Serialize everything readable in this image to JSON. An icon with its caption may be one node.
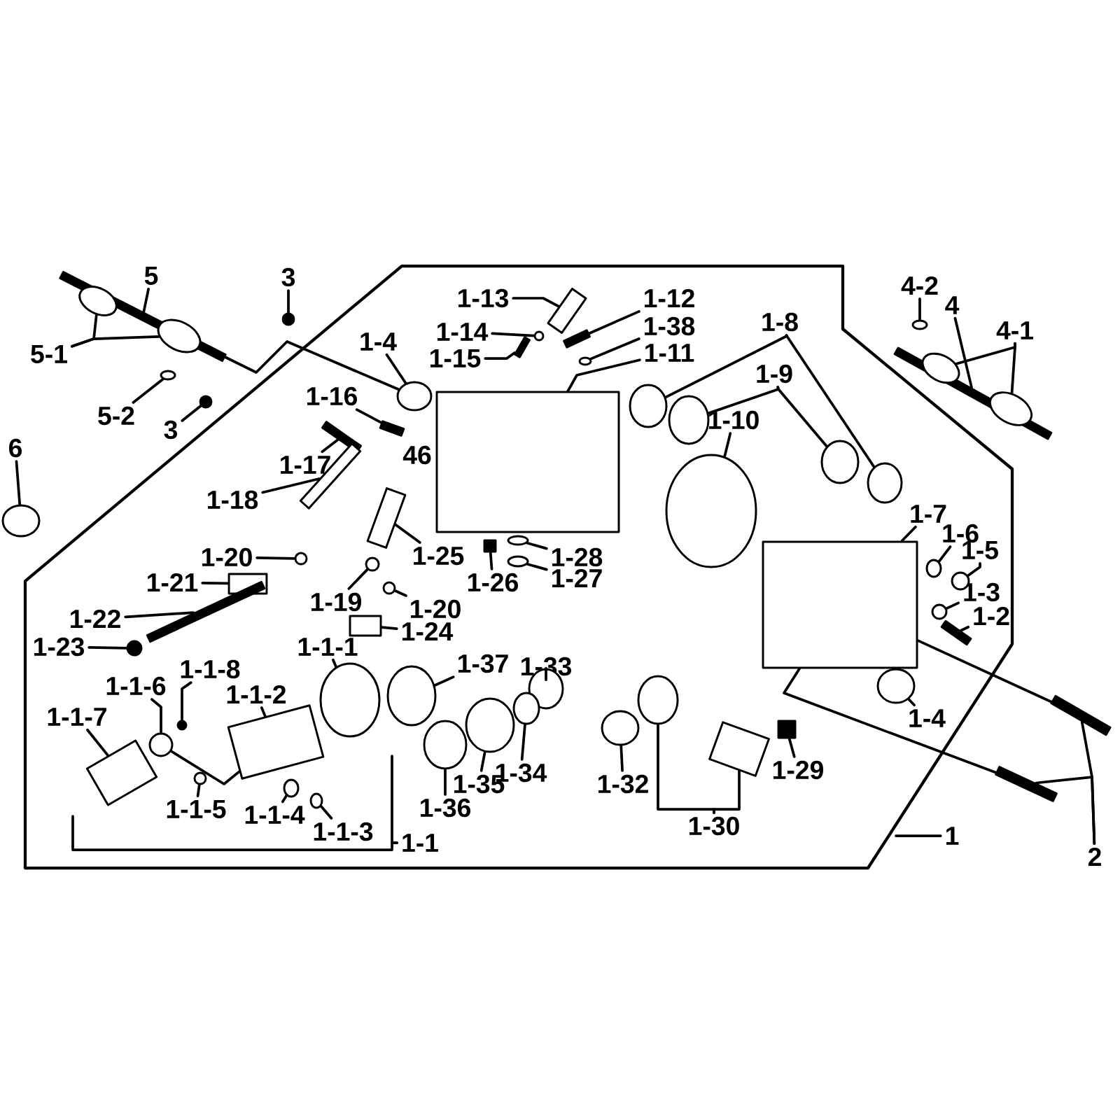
{
  "diagram": {
    "nodes": [
      {
        "text": [
          "5"
        ]
      },
      {
        "text": [
          "3"
        ]
      },
      {
        "text": [
          "4-2"
        ]
      },
      {
        "text": [
          "1-13"
        ]
      },
      {
        "text": [
          "1-12"
        ]
      },
      {
        "text": [
          "4"
        ]
      },
      {
        "text": [
          "1-8"
        ]
      },
      {
        "text": [
          "1-38"
        ]
      },
      {
        "text": [
          "1-14"
        ]
      },
      {
        "text": [
          "4-1"
        ]
      },
      {
        "text": [
          "1-4"
        ]
      },
      {
        "text": [
          "1-11"
        ]
      },
      {
        "text": [
          "5-1"
        ]
      },
      {
        "text": [
          "1-15"
        ]
      },
      {
        "text": [
          "1-9"
        ]
      },
      {
        "text": [
          "1-16"
        ]
      },
      {
        "text": [
          "5-2"
        ]
      },
      {
        "text": [
          "3"
        ]
      },
      {
        "text": [
          "1-10"
        ]
      },
      {
        "text": [
          "6"
        ]
      },
      {
        "text": [
          "1-17"
        ]
      },
      {
        "text": [
          "1-18"
        ]
      },
      {
        "text": [
          "1-7"
        ]
      },
      {
        "text": [
          "1-6"
        ]
      },
      {
        "text": [
          "1-5"
        ]
      },
      {
        "text": [
          "1-20"
        ]
      },
      {
        "text": [
          "1-25"
        ]
      },
      {
        "text": [
          "1-28"
        ]
      },
      {
        "text": [
          "1-26"
        ]
      },
      {
        "text": [
          "1-27"
        ]
      },
      {
        "text": [
          "1-21"
        ]
      },
      {
        "text": [
          "1-3"
        ]
      },
      {
        "text": [
          "1-19"
        ]
      },
      {
        "text": [
          "1-20"
        ]
      },
      {
        "text": [
          "1-2"
        ]
      },
      {
        "text": [
          "1-22"
        ]
      },
      {
        "text": [
          "1-24"
        ]
      },
      {
        "text": [
          "1-23"
        ]
      },
      {
        "text": [
          "1-1-1"
        ]
      },
      {
        "text": [
          "1-37"
        ]
      },
      {
        "text": [
          "1-33"
        ]
      },
      {
        "text": [
          "1-1-8"
        ]
      },
      {
        "text": [
          "1-1-6"
        ]
      },
      {
        "text": [
          "1-1-2"
        ]
      },
      {
        "text": [
          "1-4"
        ]
      },
      {
        "text": [
          "1-1-7"
        ]
      },
      {
        "text": [
          "1-29"
        ]
      },
      {
        "text": [
          "1-35"
        ]
      },
      {
        "text": [
          "1-34"
        ]
      },
      {
        "text": [
          "1-32"
        ]
      },
      {
        "text": [
          "1-36"
        ]
      },
      {
        "text": [
          "1-1-5"
        ]
      },
      {
        "text": [
          "1-1-4"
        ]
      },
      {
        "text": [
          "1-1-3"
        ]
      },
      {
        "text": [
          "1-30"
        ]
      },
      {
        "text": [
          "1"
        ]
      },
      {
        "text": [
          "1-1"
        ]
      },
      {
        "text": [
          "2"
        ]
      },
      {
        "text": [],
        "shape": "bar"
      },
      {
        "text": [],
        "shape": "circle"
      },
      {
        "text": [],
        "shape": "circle"
      },
      {
        "text": [],
        "shape": "box"
      },
      {
        "text": [],
        "shape": "bar"
      },
      {
        "text": [],
        "shape": "bar"
      },
      {
        "text": [],
        "shape": "circle"
      },
      {
        "text": [],
        "shape": "circle"
      },
      {
        "text": [],
        "shape": "circle"
      },
      {
        "text": [],
        "shape": "circle"
      },
      {
        "text": [],
        "shape": "circle",
        "in": 63
      },
      {
        "text": [],
        "shape": "circle",
        "in": 63
      },
      {
        "text": [],
        "shape": "circle"
      },
      {
        "text": [],
        "shape": "box"
      },
      {
        "text": [],
        "shape": "circle",
        "in": 58
      },
      {
        "text": [],
        "shape": "circle",
        "in": 58
      },
      {
        "text": [],
        "shape": "bar"
      },
      {
        "text": [],
        "shape": "circle"
      },
      {
        "text": [],
        "shape": "circle"
      },
      {
        "text": [],
        "shape": "bar"
      },
      {
        "text": [],
        "shape": "circle"
      },
      {
        "text": [],
        "shape": "circle"
      },
      {
        "text": [],
        "shape": "circle"
      },
      {
        "text": [],
        "shape": "circle"
      },
      {
        "text": [],
        "shape": "bar"
      },
      {
        "text": [],
        "shape": "box"
      },
      {
        "text": [],
        "shape": "box"
      },
      {
        "text": [],
        "shape": "circle"
      },
      {
        "text": [],
        "shape": "circle"
      },
      {
        "text": [],
        "shape": "circle"
      },
      {
        "text": [],
        "shape": "box"
      },
      {
        "text": [],
        "shape": "circle"
      },
      {
        "text": [],
        "shape": "box"
      },
      {
        "text": [],
        "shape": "circle"
      },
      {
        "text": [],
        "shape": "box"
      },
      {
        "text": [],
        "shape": "circle"
      },
      {
        "text": [],
        "shape": "circle"
      },
      {
        "text": [],
        "shape": "circle"
      },
      {
        "text": [],
        "shape": "bar"
      },
      {
        "text": [],
        "shape": "bar"
      },
      {
        "text": [],
        "shape": "box"
      },
      {
        "text": [],
        "shape": "circle"
      },
      {
        "text": [],
        "shape": "circle"
      },
      {
        "text": [],
        "shape": "circle"
      },
      {
        "text": [],
        "shape": "circle"
      },
      {
        "text": [],
        "shape": "circle"
      },
      {
        "text": [],
        "shape": "circle"
      },
      {
        "text": [],
        "shape": "box"
      },
      {
        "text": [],
        "shape": "circle"
      },
      {
        "text": [],
        "shape": "box"
      },
      {
        "text": [],
        "shape": "box"
      },
      {
        "text": [],
        "shape": "circle"
      },
      {
        "text": [],
        "shape": "circle"
      },
      {
        "text": [],
        "shape": "circle"
      },
      {
        "text": [],
        "shape": "circle"
      },
      {
        "text": [],
        "shape": "circle"
      },
      {
        "text": [],
        "shape": "circle"
      },
      {
        "text": [],
        "shape": "circle"
      },
      {
        "text": [],
        "shape": "circle"
      },
      {
        "text": [],
        "shape": "box"
      },
      {
        "text": [],
        "shape": "bar"
      },
      {
        "text": [],
        "shape": "bar"
      }
    ],
    "edges": [
      {
        "from": 0,
        "to": 58,
        "arrow": "none"
      },
      {
        "from": 1,
        "to": 59,
        "arrow": "none"
      },
      {
        "from": 2,
        "to": 60,
        "arrow": "none"
      },
      {
        "from": 3,
        "to": 61,
        "arrow": "none"
      },
      {
        "from": 4,
        "to": 62,
        "arrow": "none"
      },
      {
        "from": 5,
        "to": 63,
        "arrow": "none"
      },
      {
        "from": 6,
        "to": 64,
        "arrow": "none"
      },
      {
        "from": 6,
        "to": 65,
        "arrow": "none"
      },
      {
        "from": 7,
        "to": 66,
        "arrow": "none"
      },
      {
        "from": 8,
        "to": 67,
        "arrow": "none"
      },
      {
        "from": 9,
        "to": 68,
        "arrow": "none"
      },
      {
        "from": 9,
        "to": 69,
        "arrow": "none"
      },
      {
        "from": 10,
        "to": 70,
        "arrow": "none"
      },
      {
        "from": 11,
        "to": 71,
        "arrow": "none"
      },
      {
        "from": 12,
        "to": 72,
        "arrow": "none"
      },
      {
        "from": 12,
        "to": 73,
        "arrow": "none"
      },
      {
        "from": 13,
        "to": 74,
        "arrow": "none"
      },
      {
        "from": 14,
        "to": 75,
        "arrow": "none"
      },
      {
        "from": 14,
        "to": 76,
        "arrow": "none"
      },
      {
        "from": 15,
        "to": 77,
        "arrow": "none"
      },
      {
        "from": 16,
        "to": 78,
        "arrow": "none"
      },
      {
        "from": 17,
        "to": 79,
        "arrow": "none"
      },
      {
        "from": 18,
        "to": 80,
        "arrow": "none"
      },
      {
        "from": 19,
        "to": 81,
        "arrow": "none"
      },
      {
        "from": 20,
        "to": 82,
        "arrow": "none"
      },
      {
        "from": 21,
        "to": 83,
        "arrow": "none"
      },
      {
        "from": 22,
        "to": 84,
        "arrow": "none"
      },
      {
        "from": 23,
        "to": 85,
        "arrow": "none"
      },
      {
        "from": 24,
        "to": 86,
        "arrow": "none"
      },
      {
        "from": 25,
        "to": 87,
        "arrow": "none"
      },
      {
        "from": 26,
        "to": 88,
        "arrow": "none"
      },
      {
        "from": 27,
        "to": 89,
        "arrow": "none"
      },
      {
        "from": 28,
        "to": 90,
        "arrow": "none"
      },
      {
        "from": 29,
        "to": 91,
        "arrow": "none"
      },
      {
        "from": 30,
        "to": 92,
        "arrow": "none"
      },
      {
        "from": 31,
        "to": 93,
        "arrow": "none"
      },
      {
        "from": 32,
        "to": 94,
        "arrow": "none"
      },
      {
        "from": 33,
        "to": 95,
        "arrow": "none"
      },
      {
        "from": 34,
        "to": 96,
        "arrow": "none"
      },
      {
        "from": 35,
        "to": 97,
        "arrow": "none"
      },
      {
        "from": 36,
        "to": 98,
        "arrow": "none"
      },
      {
        "from": 37,
        "to": 99,
        "arrow": "none"
      },
      {
        "from": 38,
        "to": 100,
        "arrow": "none"
      },
      {
        "from": 39,
        "to": 101,
        "arrow": "none"
      },
      {
        "from": 40,
        "to": 102,
        "arrow": "none"
      },
      {
        "from": 41,
        "to": 103,
        "arrow": "none"
      },
      {
        "from": 42,
        "to": 104,
        "arrow": "none"
      },
      {
        "from": 43,
        "to": 105,
        "arrow": "none"
      },
      {
        "from": 44,
        "to": 106,
        "arrow": "none"
      },
      {
        "from": 45,
        "to": 107,
        "arrow": "none"
      },
      {
        "from": 46,
        "to": 108,
        "arrow": "none"
      },
      {
        "from": 47,
        "to": 109,
        "arrow": "none"
      },
      {
        "from": 48,
        "to": 110,
        "arrow": "none"
      },
      {
        "from": 49,
        "to": 111,
        "arrow": "none"
      },
      {
        "from": 50,
        "to": 112,
        "arrow": "none"
      },
      {
        "from": 51,
        "to": 113,
        "arrow": "none"
      },
      {
        "from": 52,
        "to": 114,
        "arrow": "none"
      },
      {
        "from": 53,
        "to": 115,
        "arrow": "none"
      },
      {
        "from": 54,
        "to": 116,
        "arrow": "none"
      },
      {
        "from": 54,
        "to": 117,
        "arrow": "none"
      },
      {
        "from": 55,
        "to": null,
        "arrow": "none"
      },
      {
        "from": 56,
        "to": null,
        "arrow": "none"
      },
      {
        "from": 56,
        "to": null,
        "arrow": "none"
      },
      {
        "from": 57,
        "to": 118,
        "arrow": "none"
      },
      {
        "from": 57,
        "to": 119,
        "arrow": "none"
      },
      {
        "from": 58,
        "to": 70,
        "arrow": "none"
      },
      {
        "from": 84,
        "to": 118,
        "arrow": "none"
      },
      {
        "from": 84,
        "to": 119,
        "arrow": "none"
      },
      {
        "from": 104,
        "to": 105,
        "arrow": "none"
      }
    ],
    "labels": [
      "46"
    ]
  }
}
